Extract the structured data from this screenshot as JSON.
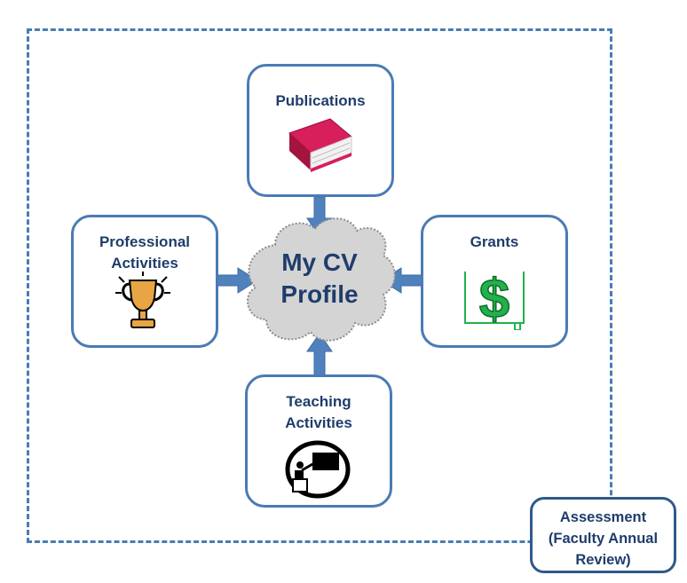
{
  "center": {
    "title": "My CV\nProfile"
  },
  "nodes": {
    "publications": {
      "label": "Publications",
      "icon": "book-icon"
    },
    "professional": {
      "label": "Professional\nActivities",
      "icon": "trophy-icon"
    },
    "grants": {
      "label": "Grants",
      "icon": "dollar-icon"
    },
    "teaching": {
      "label": "Teaching\nActivities",
      "icon": "teacher-board-icon"
    }
  },
  "assessment": {
    "label": "Assessment\n(Faculty Annual\nReview)"
  },
  "colors": {
    "border": "#4a7bb5",
    "arrow": "#4f81bd",
    "text": "#1f3d6b",
    "cloud": "#d4d4d4",
    "book": "#d81e5b",
    "dollar": "#21b24b"
  }
}
